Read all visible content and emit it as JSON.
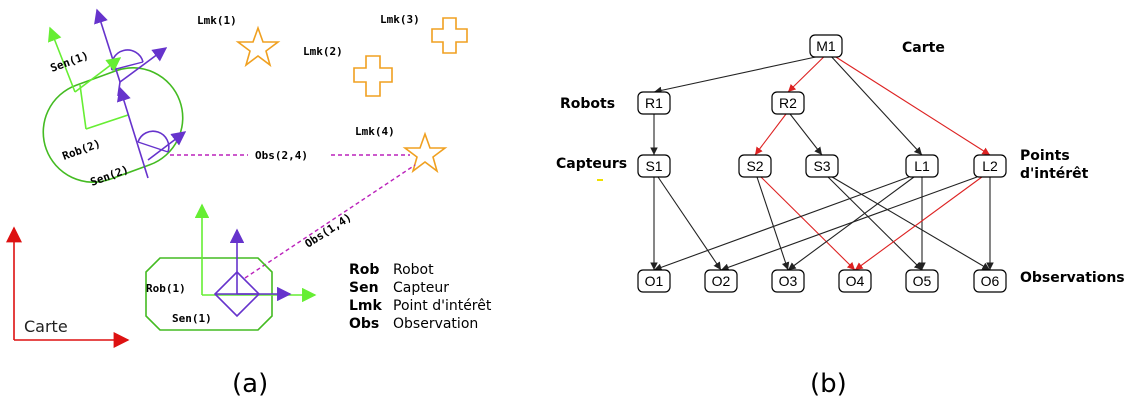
{
  "panel_a": {
    "caption": "(a)",
    "labels": {
      "lmk1": "Lmk(1)",
      "lmk2": "Lmk(2)",
      "lmk3": "Lmk(3)",
      "lmk4": "Lmk(4)",
      "sen1_top": "Sen(1)",
      "rob2": "Rob(2)",
      "sen2": "Sen(2)",
      "obs24": "Obs(2,4)",
      "obs14": "Obs(1,4)",
      "rob1": "Rob(1)",
      "sen1": "Sen(1)",
      "carte": "Carte"
    },
    "legend": [
      {
        "abbr": "Rob",
        "text": "Robot"
      },
      {
        "abbr": "Sen",
        "text": "Capteur"
      },
      {
        "abbr": "Lmk",
        "text": "Point d'intérêt"
      },
      {
        "abbr": "Obs",
        "text": "Observation"
      }
    ],
    "colors": {
      "robot": "#44bb22",
      "frame_green": "#66ee33",
      "sensor": "#6633cc",
      "landmark": "#f0a020",
      "observation": "#bb22bb",
      "world_axes": "#dd1111"
    }
  },
  "panel_b": {
    "caption": "(b)",
    "side_labels": {
      "carte": "Carte",
      "robots": "Robots",
      "capteurs": "Capteurs",
      "points_1": "Points",
      "points_2": "d'intérêt",
      "observations": "Observations"
    },
    "nodes": {
      "M1": "M1",
      "R1": "R1",
      "R2": "R2",
      "S1": "S1",
      "S2": "S2",
      "S3": "S3",
      "L1": "L1",
      "L2": "L2",
      "O1": "O1",
      "O2": "O2",
      "O3": "O3",
      "O4": "O4",
      "O5": "O5",
      "O6": "O6"
    },
    "edges": [
      {
        "from": "M1",
        "to": "R1",
        "color": "black"
      },
      {
        "from": "M1",
        "to": "R2",
        "color": "red"
      },
      {
        "from": "M1",
        "to": "L1",
        "color": "black"
      },
      {
        "from": "M1",
        "to": "L2",
        "color": "red"
      },
      {
        "from": "R1",
        "to": "S1",
        "color": "black"
      },
      {
        "from": "R2",
        "to": "S2",
        "color": "red"
      },
      {
        "from": "R2",
        "to": "S3",
        "color": "black"
      },
      {
        "from": "S1",
        "to": "O1",
        "color": "black"
      },
      {
        "from": "S1",
        "to": "O2",
        "color": "black"
      },
      {
        "from": "S2",
        "to": "O3",
        "color": "black"
      },
      {
        "from": "S2",
        "to": "O4",
        "color": "red"
      },
      {
        "from": "S3",
        "to": "O5",
        "color": "black"
      },
      {
        "from": "S3",
        "to": "O6",
        "color": "black"
      },
      {
        "from": "L1",
        "to": "O1",
        "color": "black"
      },
      {
        "from": "L1",
        "to": "O3",
        "color": "black"
      },
      {
        "from": "L1",
        "to": "O5",
        "color": "black"
      },
      {
        "from": "L2",
        "to": "O2",
        "color": "black"
      },
      {
        "from": "L2",
        "to": "O4",
        "color": "red"
      },
      {
        "from": "L2",
        "to": "O6",
        "color": "black"
      }
    ],
    "colors": {
      "black": "#222222",
      "red": "#dd2222"
    }
  }
}
